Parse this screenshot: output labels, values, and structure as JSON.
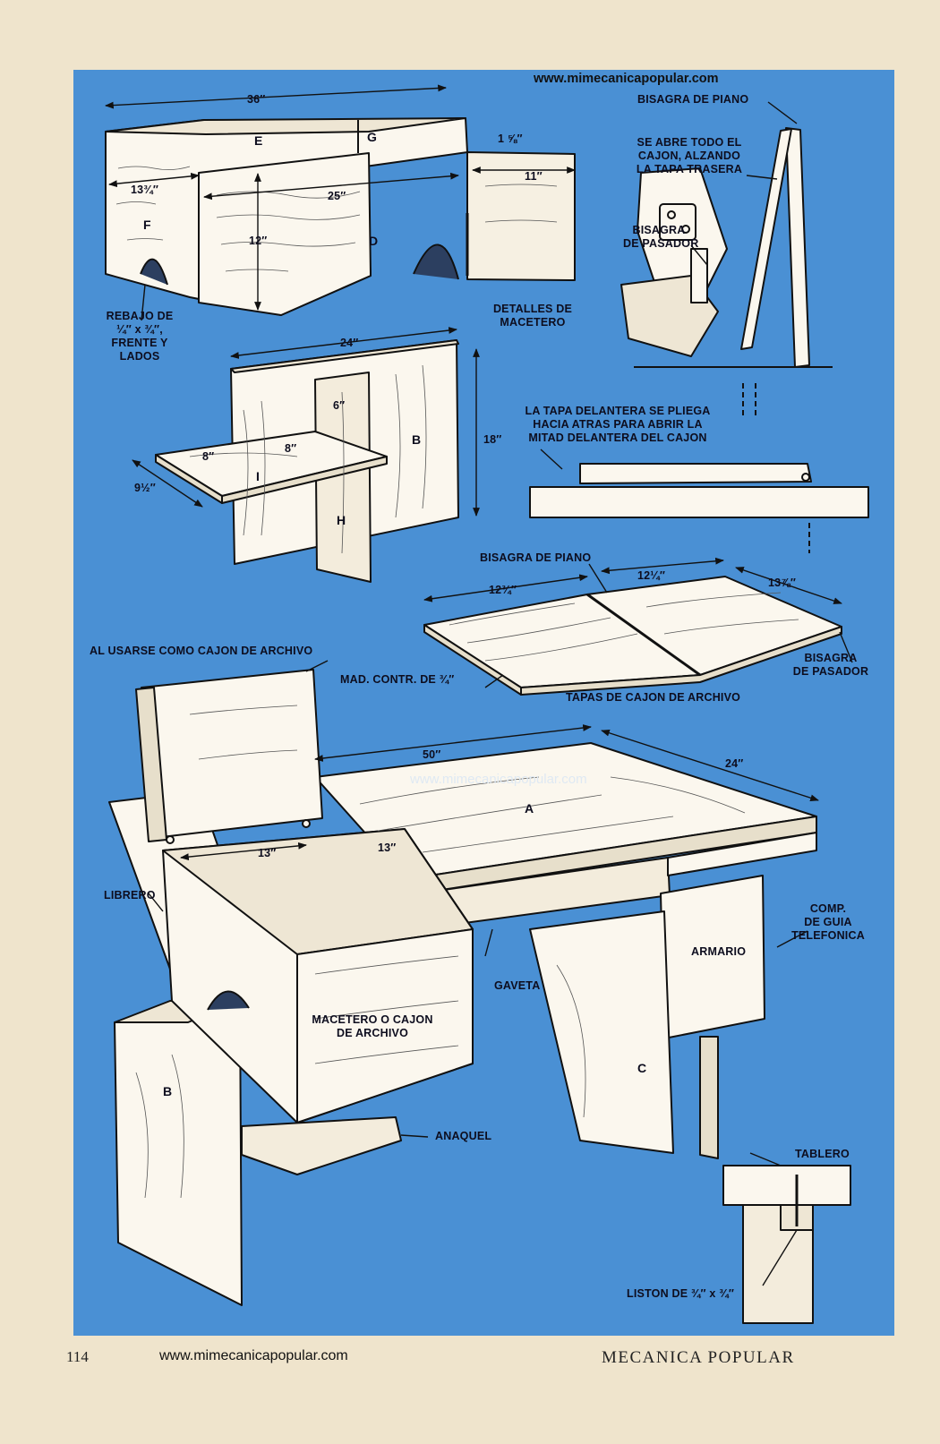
{
  "watermark": "www.mimecanicapopular.com",
  "footer": {
    "page_number": "114",
    "url": "www.mimecanicapopular.com",
    "magazine": "MECANICA POPULAR"
  },
  "planter_box": {
    "width": "36″",
    "depth": "13¾″",
    "height": "12″",
    "inner_length": "25″",
    "end_gap": "11″",
    "lip": "1 ⅝″",
    "parts": {
      "e": "E",
      "g": "G",
      "f": "F",
      "d": "D"
    },
    "rabbet_label": [
      "REBAJO DE",
      "¼″ x ¾″,",
      "FRENTE Y",
      "LADOS"
    ],
    "details_label": [
      "DETALLES DE",
      "MACETERO"
    ]
  },
  "shelf_unit": {
    "width": "24″",
    "height": "18″",
    "depth_upper": "6″",
    "shelf_left": "8″",
    "shelf_right": "8″",
    "shelf_depth": "9½″",
    "parts": {
      "b": "B",
      "i": "I",
      "h": "H"
    }
  },
  "hinge_detail": {
    "piano_hinge": "BISAGRA DE PIANO",
    "opens_label": [
      "SE ABRE TODO EL",
      "CAJON, ALZANDO",
      "LA TAPA TRASERA"
    ],
    "pin_hinge": [
      "BISAGRA",
      "DE PASADOR"
    ]
  },
  "front_lid": {
    "label": [
      "LA TAPA DELANTERA SE PLIEGA",
      "HACIA ATRAS PARA ABRIR LA",
      "MITAD DELANTERA DEL CAJON"
    ]
  },
  "lids": {
    "piano_hinge": "BISAGRA DE PIANO",
    "left_width": "12¾″",
    "right_width": "12¼″",
    "depth": "13⅞″",
    "plywood": "MAD. CONTR. DE ¾″",
    "pin_hinge": [
      "BISAGRA",
      "DE PASADOR"
    ],
    "title": "TAPAS DE CAJON DE ARCHIVO"
  },
  "desk": {
    "file_box_use": "AL USARSE COMO CAJON DE ARCHIVO",
    "top_length": "50″",
    "top_depth": "24″",
    "box_dim_a": "13″",
    "box_dim_b": "13″",
    "parts": {
      "a": "A",
      "b": "B",
      "c": "C"
    },
    "bookcase": "LIBRERO",
    "drawer": "GAVETA",
    "cabinet": "ARMARIO",
    "phone_book": [
      "COMP.",
      "DE GUIA",
      "TELEFONICA"
    ],
    "planter_file": [
      "MACETERO O CAJON",
      "DE ARCHIVO"
    ],
    "shelf": "ANAQUEL"
  },
  "cleat_detail": {
    "top": "TABLERO",
    "cleat": "LISTON DE ¾″ x ¾″"
  }
}
